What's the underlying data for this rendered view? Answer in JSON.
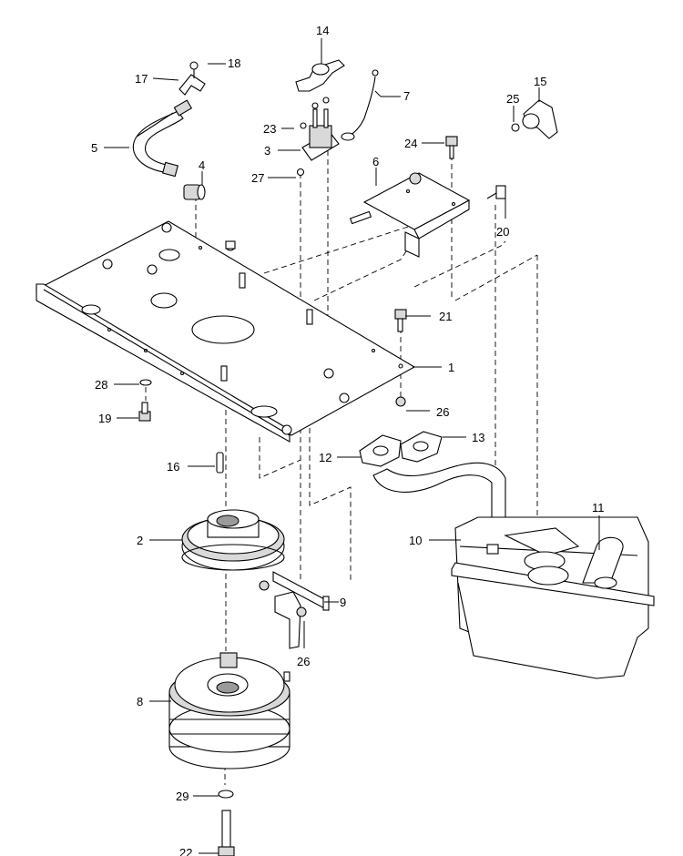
{
  "diagram": {
    "callouts": [
      {
        "id": "c14",
        "label": "14"
      },
      {
        "id": "c18",
        "label": "18"
      },
      {
        "id": "c17",
        "label": "17"
      },
      {
        "id": "c7",
        "label": "7"
      },
      {
        "id": "c15",
        "label": "15"
      },
      {
        "id": "c25",
        "label": "25"
      },
      {
        "id": "c23",
        "label": "23"
      },
      {
        "id": "c5",
        "label": "5"
      },
      {
        "id": "c3",
        "label": "3"
      },
      {
        "id": "c24",
        "label": "24"
      },
      {
        "id": "c4",
        "label": "4"
      },
      {
        "id": "c6",
        "label": "6"
      },
      {
        "id": "c27",
        "label": "27"
      },
      {
        "id": "c20",
        "label": "20"
      },
      {
        "id": "c21",
        "label": "21"
      },
      {
        "id": "c1",
        "label": "1"
      },
      {
        "id": "c28",
        "label": "28"
      },
      {
        "id": "c26a",
        "label": "26"
      },
      {
        "id": "c19",
        "label": "19"
      },
      {
        "id": "c13",
        "label": "13"
      },
      {
        "id": "c12",
        "label": "12"
      },
      {
        "id": "c16",
        "label": "16"
      },
      {
        "id": "c11",
        "label": "11"
      },
      {
        "id": "c2",
        "label": "2"
      },
      {
        "id": "c10",
        "label": "10"
      },
      {
        "id": "c9",
        "label": "9"
      },
      {
        "id": "c26b",
        "label": "26"
      },
      {
        "id": "c8",
        "label": "8"
      },
      {
        "id": "c29",
        "label": "29"
      },
      {
        "id": "c22",
        "label": "22"
      }
    ]
  }
}
